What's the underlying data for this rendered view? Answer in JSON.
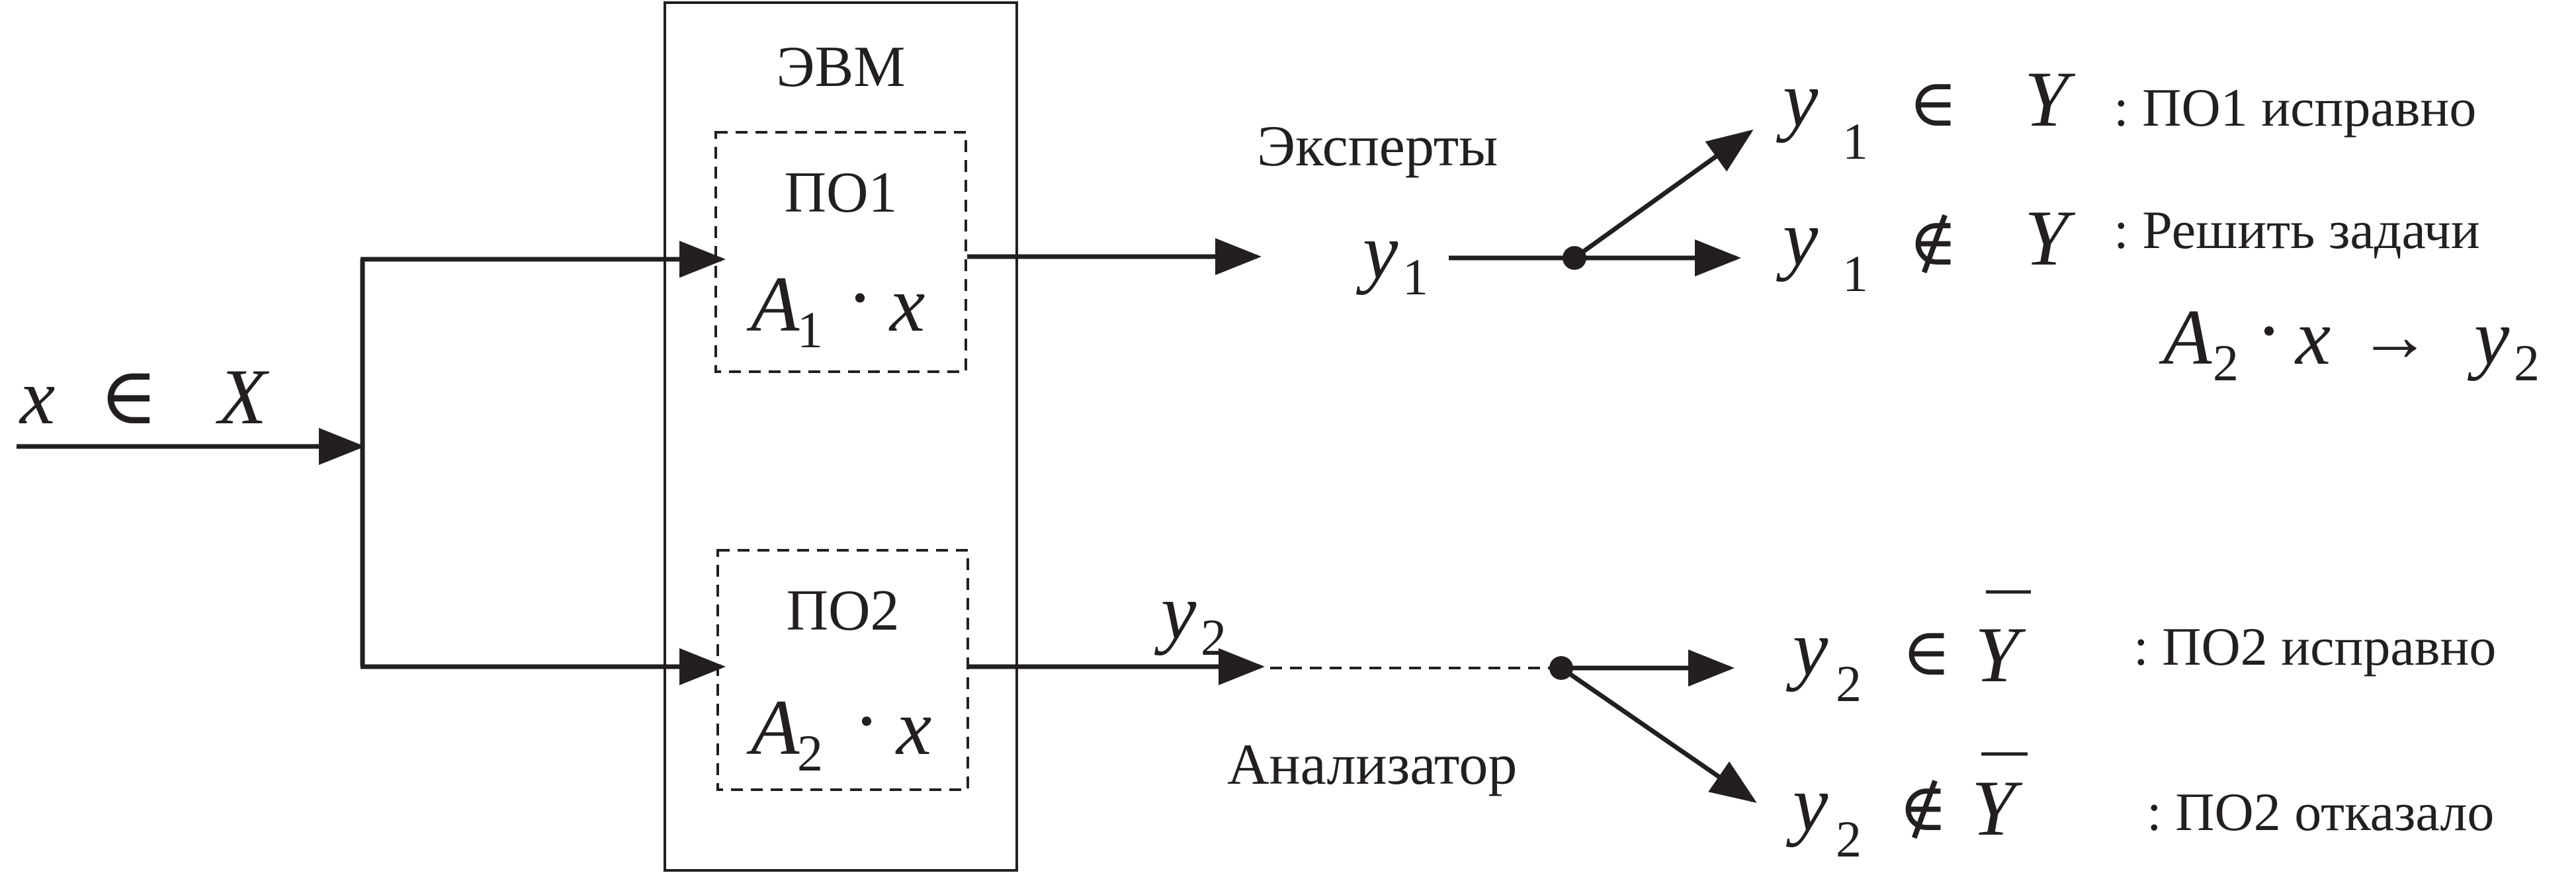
{
  "input": {
    "var": "x",
    "rel": "∈",
    "set": "X"
  },
  "computer": {
    "title": "ЭВМ"
  },
  "po1": {
    "label": "ПО1",
    "formula": {
      "a": "A",
      "sub": "1",
      "op": "·",
      "x": "x"
    }
  },
  "po2": {
    "label": "ПО2",
    "formula": {
      "a": "A",
      "sub": "2",
      "op": "·",
      "x": "x"
    }
  },
  "experts": {
    "label": "Эксперты",
    "output": {
      "var": "y",
      "sub": "1"
    }
  },
  "analyzer": {
    "label": "Анализатор",
    "output": {
      "var": "y",
      "sub": "2"
    }
  },
  "outcomes": {
    "y1_in": {
      "var": "y",
      "sub": "1",
      "rel": "∈",
      "set": "Y",
      "result": ": ПО1 исправно"
    },
    "y1_notin": {
      "var": "y",
      "sub": "1",
      "rel": "∉",
      "set": "Y",
      "result": ": Решить задачи"
    },
    "solve": {
      "a": "A",
      "sub": "2",
      "op": "·",
      "x": "x",
      "arrow": "→",
      "y": "y",
      "ysub": "2"
    },
    "y2_in": {
      "var": "y",
      "sub": "2",
      "rel": "∈",
      "set": "Y",
      "result": ": ПО2 исправно"
    },
    "y2_notin": {
      "var": "y",
      "sub": "2",
      "rel": "∉",
      "set": "Y",
      "result": ": ПО2 отказало"
    }
  },
  "colors": {
    "ink": "#231f20",
    "background": "#ffffff"
  }
}
